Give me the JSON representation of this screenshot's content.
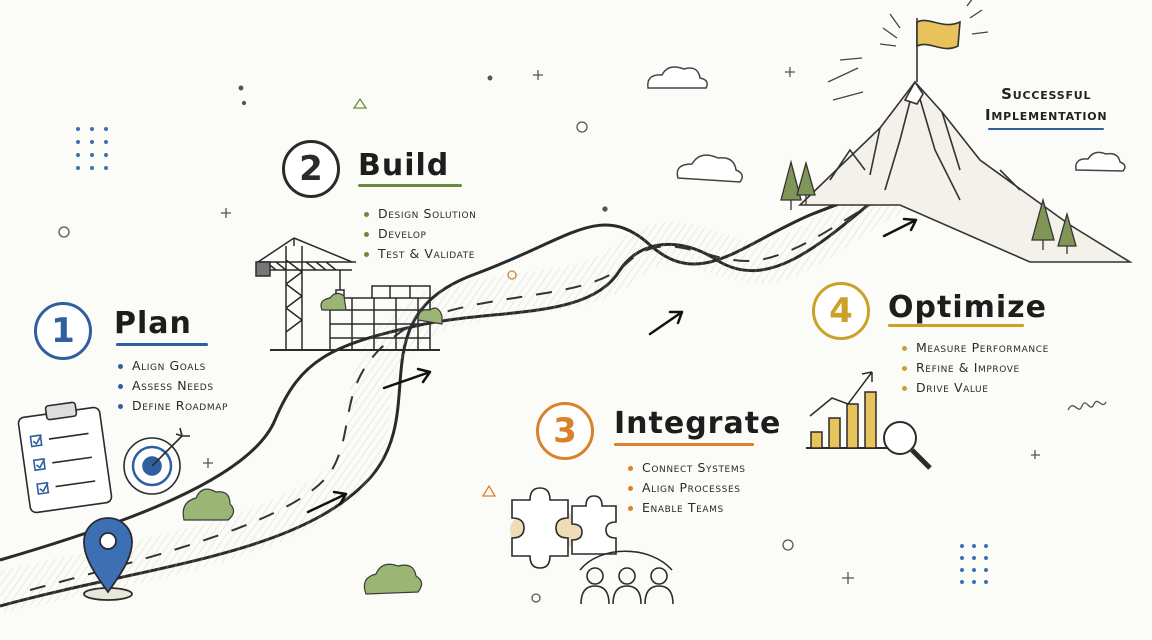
{
  "steps": [
    {
      "number": "1",
      "title": "Plan",
      "items": [
        "Align Goals",
        "Assess Needs",
        "Define Roadmap"
      ],
      "color": "#2f5f9e"
    },
    {
      "number": "2",
      "title": "Build",
      "items": [
        "Design Solution",
        "Develop",
        "Test & Validate"
      ],
      "color": "#6b8a3a"
    },
    {
      "number": "3",
      "title": "Integrate",
      "items": [
        "Connect Systems",
        "Align Processes",
        "Enable Teams"
      ],
      "color": "#d9822b"
    },
    {
      "number": "4",
      "title": "Optimize",
      "items": [
        "Measure Performance",
        "Refine & Improve",
        "Drive Value"
      ],
      "color": "#c9a227"
    }
  ],
  "goal": {
    "line1": "Successful",
    "line2": "Implementation",
    "color": "#2f5f9e"
  },
  "icons": [
    "clipboard-icon",
    "target-icon",
    "location-pin-icon",
    "crane-icon",
    "puzzle-icon",
    "team-icon",
    "bar-chart-icon",
    "magnifier-icon",
    "mountain-icon",
    "flag-icon"
  ]
}
